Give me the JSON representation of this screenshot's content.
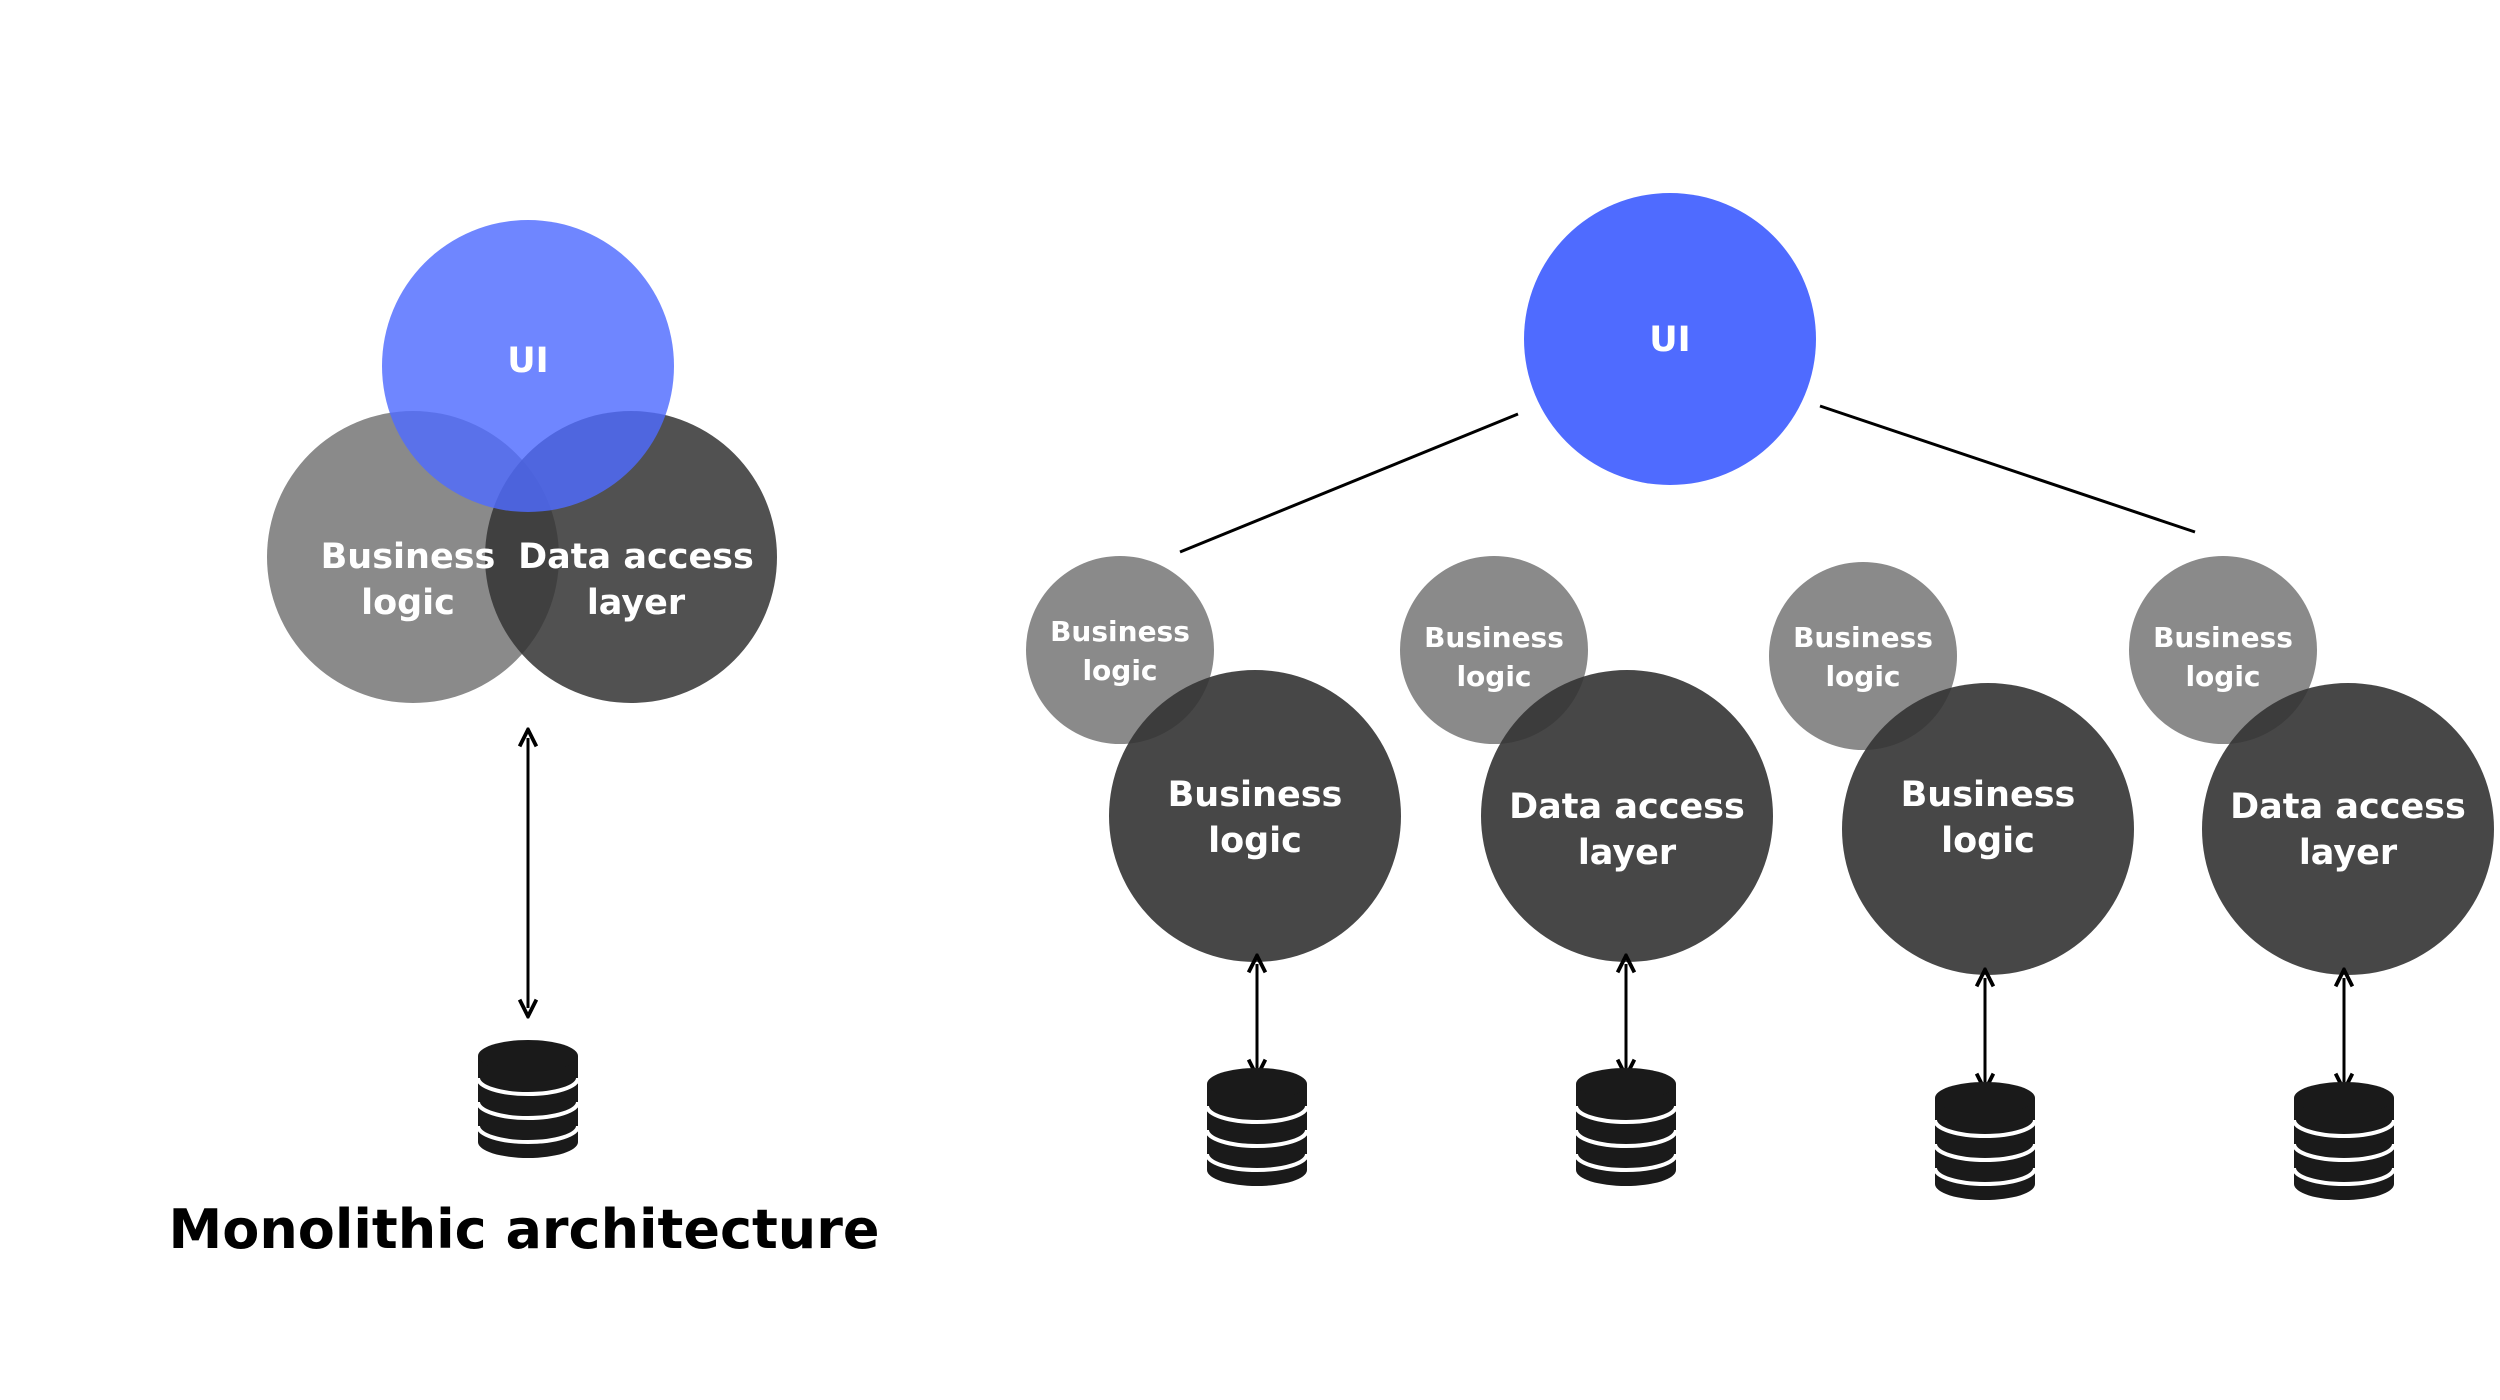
{
  "colors": {
    "ui_blue": "#4f6bff",
    "light_gray": "#8a8a8a",
    "dark_gray": "#333333",
    "database": "#1a1a1a"
  },
  "monolithic": {
    "ui": "UI",
    "business": [
      "Business",
      "logic"
    ],
    "data_access": [
      "Data access",
      "layer"
    ],
    "caption": "Monolithic architecture",
    "database_icon": "database-icon"
  },
  "microservices": {
    "ui": "UI",
    "services": [
      {
        "small": [
          "Business",
          "logic"
        ],
        "large": [
          "Business",
          "logic"
        ],
        "database_icon": "database-icon"
      },
      {
        "small": [
          "Business",
          "logic"
        ],
        "large": [
          "Data access",
          "layer"
        ],
        "database_icon": "database-icon"
      },
      {
        "small": [
          "Business",
          "logic"
        ],
        "large": [
          "Business",
          "logic"
        ],
        "database_icon": "database-icon"
      },
      {
        "small": [
          "Business",
          "logic"
        ],
        "large": [
          "Data access",
          "layer"
        ],
        "database_icon": "database-icon"
      }
    ]
  }
}
